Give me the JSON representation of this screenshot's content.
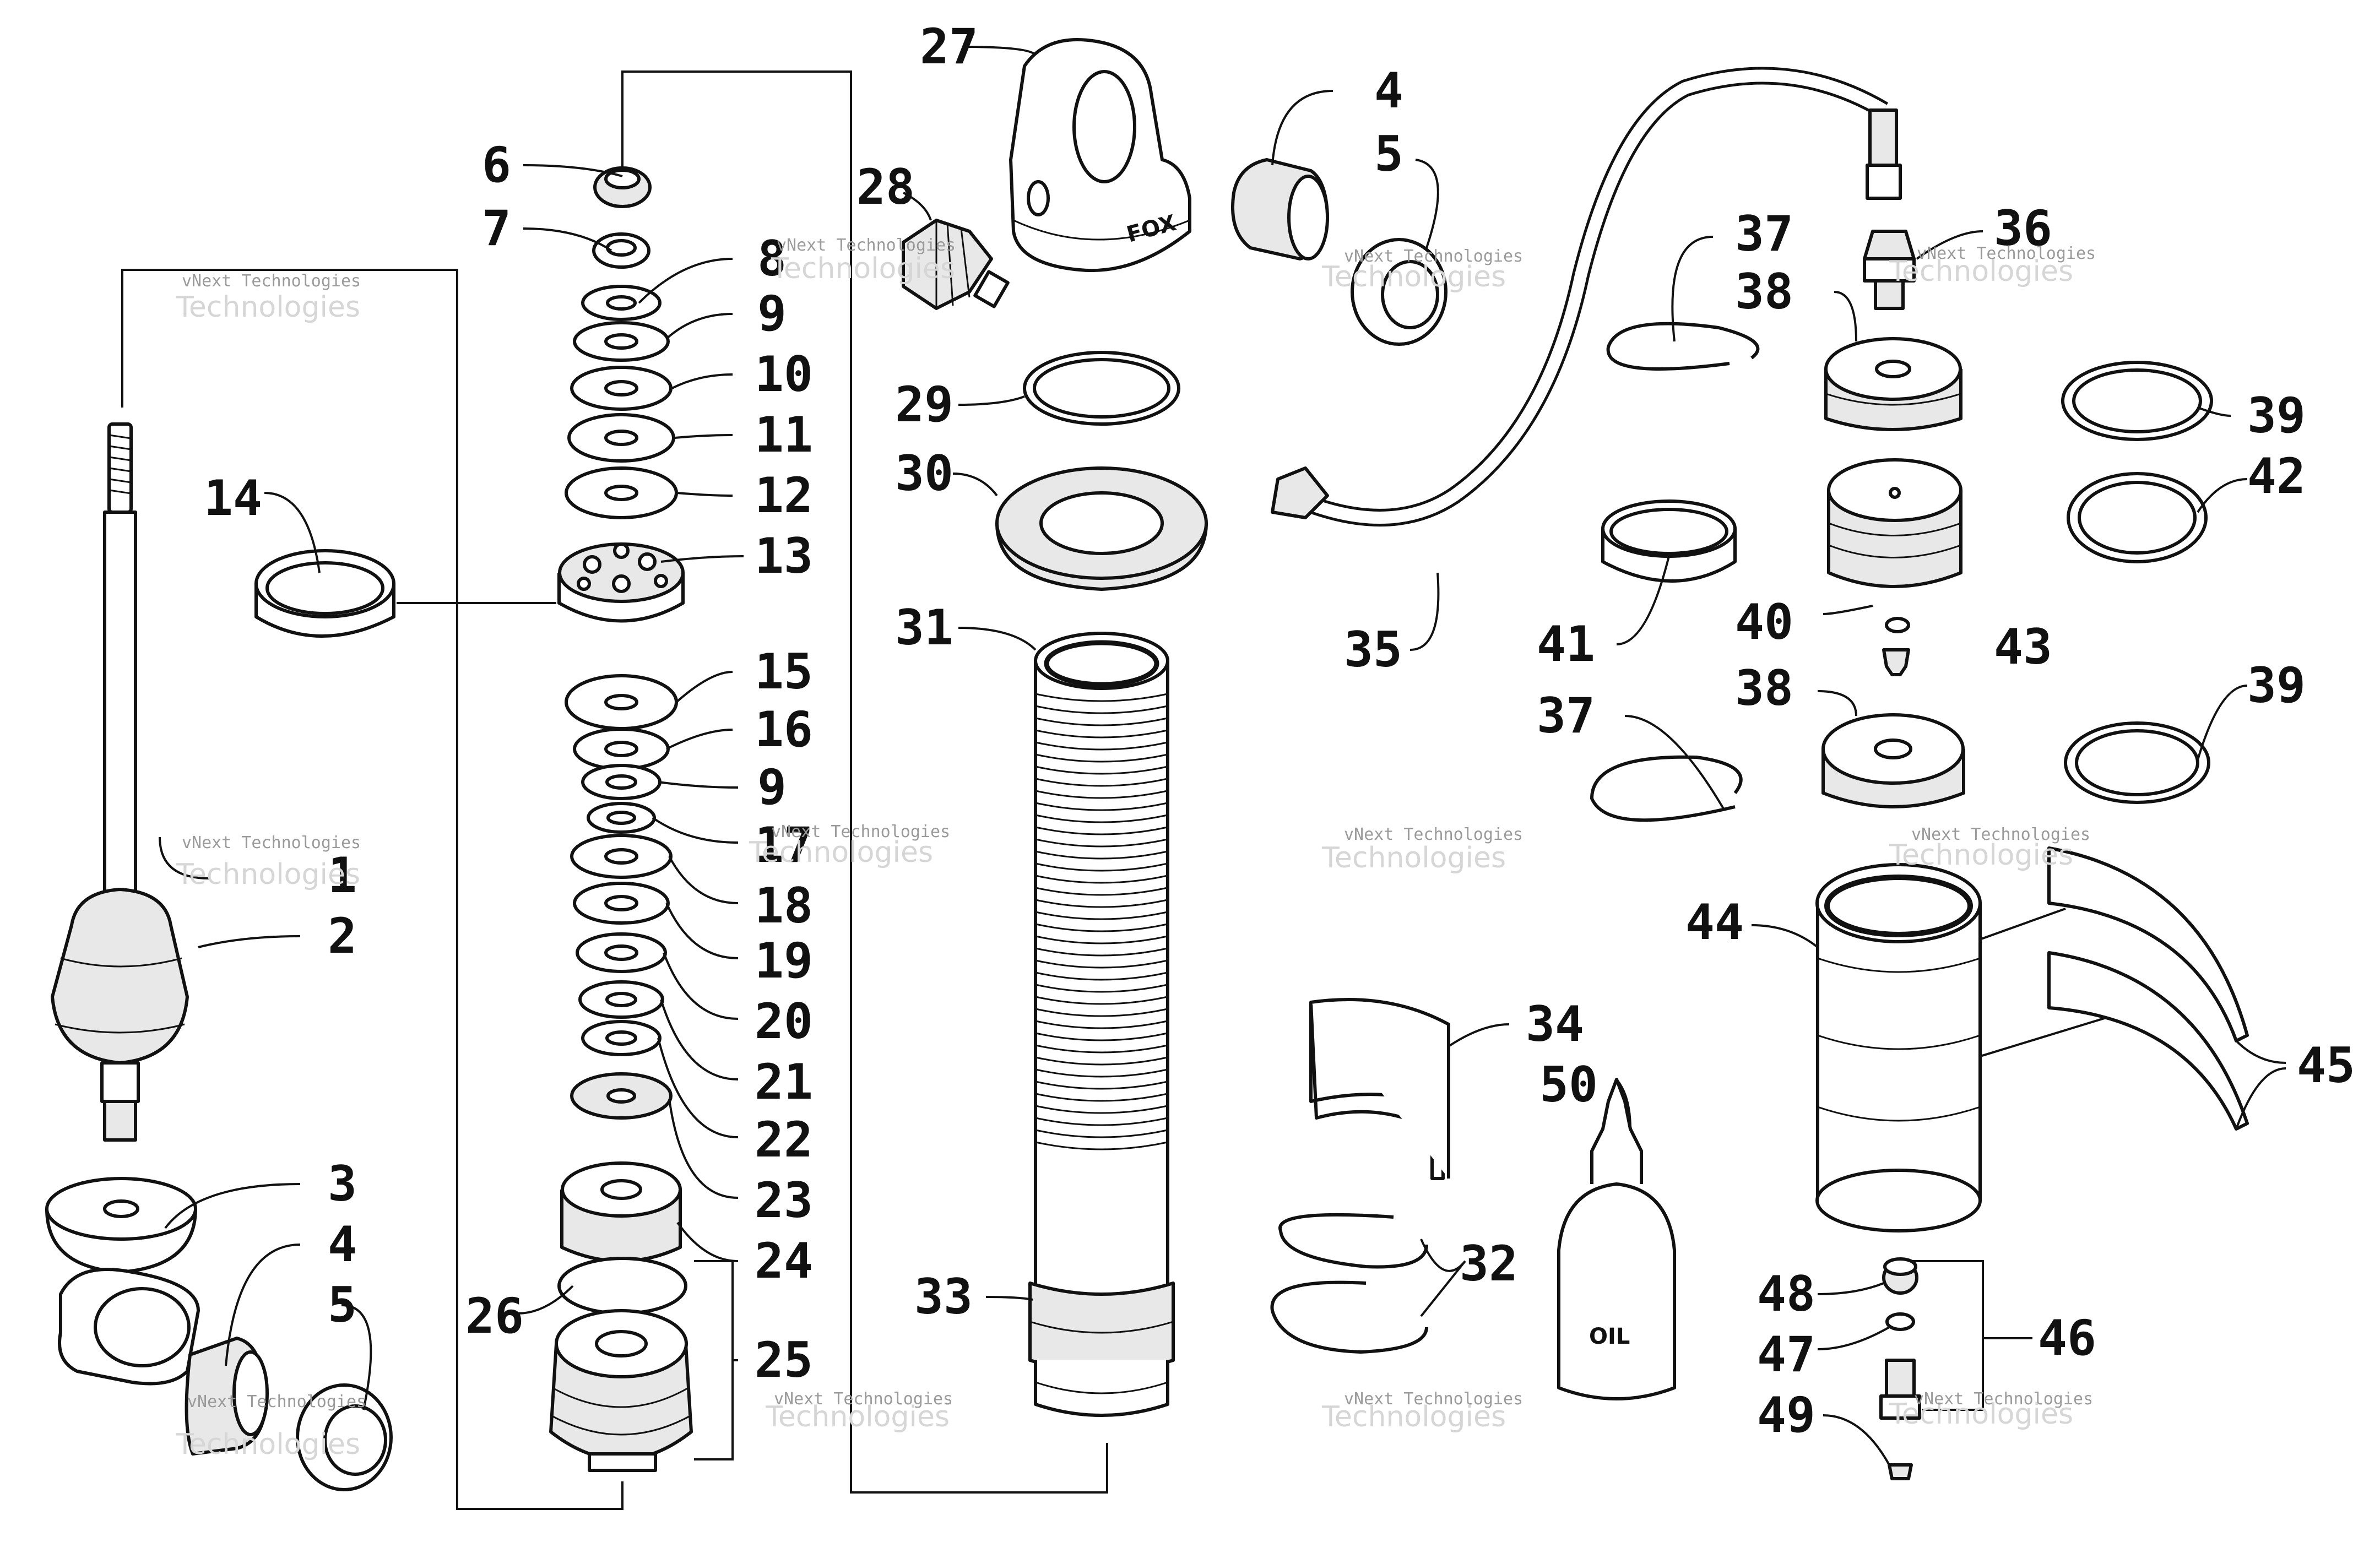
{
  "watermark": {
    "line1": "vNext Technologies",
    "line2": "Technologies"
  },
  "oil_label": "OIL",
  "callouts": [
    "1",
    "2",
    "3",
    "4",
    "5",
    "6",
    "7",
    "8",
    "9",
    "10",
    "11",
    "12",
    "13",
    "14",
    "15",
    "16",
    "9",
    "17",
    "18",
    "19",
    "20",
    "21",
    "22",
    "23",
    "24",
    "25",
    "26",
    "27",
    "28",
    "4",
    "5",
    "29",
    "30",
    "31",
    "32",
    "33",
    "34",
    "35",
    "36",
    "37",
    "38",
    "39",
    "42",
    "41",
    "40",
    "43",
    "37",
    "38",
    "39",
    "44",
    "45",
    "48",
    "46",
    "47",
    "49",
    "50"
  ]
}
